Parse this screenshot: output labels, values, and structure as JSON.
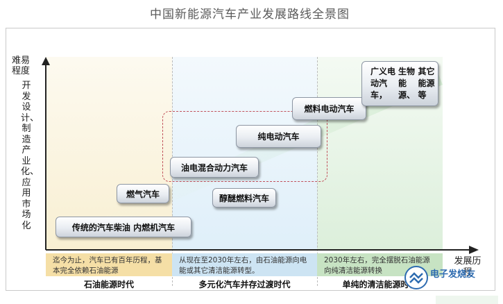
{
  "title": "中国新能源汽车产业发展路线全景图",
  "y_axis": {
    "head": "难易程度",
    "side": "开发设计、制造产业化、应用市场化"
  },
  "x_axis": {
    "head": "发展历程"
  },
  "zones": [
    {
      "note": "迄今为止，汽车已有百年历程，基本完全依赖石油能源",
      "era": "石油能源时代",
      "color": "#f5dfa6"
    },
    {
      "note": "从现在至2030年左右，由石油能源向电能或其它清洁能源转型。",
      "era": "多元化汽车并存过渡时代",
      "color": "#cde4f3"
    },
    {
      "note": "2030年左右，完全摆脱石油能源向纯清洁能源转换",
      "era": "单纯的清洁能源时代",
      "color": "#c7e3c3"
    }
  ],
  "boxes": {
    "traditional": "传统的汽车柴油 内燃机汽车",
    "gas": "燃气汽车",
    "hybrid": "油电混合动力汽车",
    "ether": "醇醚燃料汽车",
    "electric": "纯电动汽车",
    "fuel_cell": "燃料电动汽车",
    "broad": [
      "广义电动汽车，",
      "生物能源、",
      "其它能源等"
    ]
  },
  "watermark": {
    "text": "电子发烧友"
  },
  "colors": {
    "axis": "#222222",
    "dash_region": "#c0505a",
    "arrow_green": "#5cb85c"
  }
}
